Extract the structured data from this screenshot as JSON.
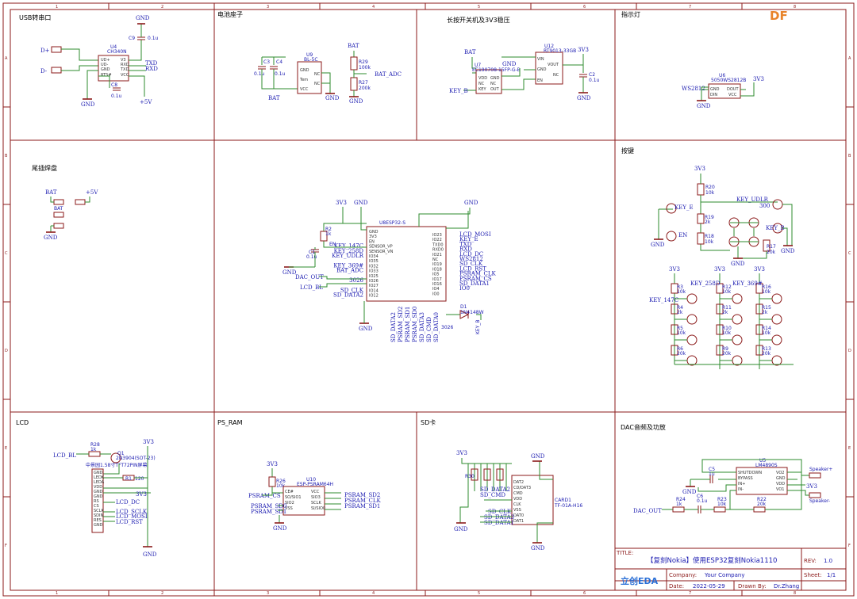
{
  "sections": {
    "usb": "USB转串口",
    "battery": "电池座子",
    "power": "长按开关机及3V3稳压",
    "indicator": "指示灯",
    "tail": "尾插焊盘",
    "keys": "按键",
    "lcd": "LCD",
    "psram": "PS_RAM",
    "sd": "SD卡",
    "dac": "DAC音频及功放"
  },
  "components": {
    "u4": "U4",
    "u4_part": "CH340N",
    "c9": "C9",
    "c9_val": "0.1u",
    "c8": "C8",
    "c8_val": "0.1u",
    "c3": "C3",
    "c4": "C4",
    "cap_01u": "0.1u",
    "u9": "U9",
    "u9_part": "BL-5C",
    "r29": "R29",
    "r29_val": "100k",
    "r27": "R27",
    "r27_val": "200k",
    "u7": "U7",
    "u7_part": "EC190708-15FP-G-B",
    "u12": "U12",
    "u12_part": "RT9013-33GB",
    "c2": "C2",
    "c2_val": "0.1u",
    "u6": "U6",
    "u6_part": "5050WS2812B",
    "u8": "U8ESP32-S",
    "r2": "R2",
    "r2_val": "1k",
    "c1": "C1",
    "c1_val": "0.1u",
    "d1": "D1",
    "d1_part": "1N4148W",
    "r20": "R20",
    "r19": "R19",
    "r18": "R18",
    "r17": "R17",
    "r20_val": "10k",
    "r19_val": "2k",
    "r18_val": "10k",
    "r17_val": "20k",
    "r3": "R3",
    "r4": "R4",
    "r5": "R5",
    "r6": "R6",
    "r12": "R12",
    "r11": "R11",
    "r10": "R10",
    "r9": "R9",
    "r16": "R16",
    "r15": "R15",
    "r14": "R14",
    "r13": "R13",
    "v10k": "10k",
    "v2k": "2k",
    "v20k": "20k",
    "r28": "R28",
    "r28_val": "1k",
    "q1": "Q1",
    "q1_part": "2N3904(SOT-23)",
    "lcd_part": "中景园1.58寸TFT72PIN屏幕",
    "r1": "R1",
    "r1_val": "120",
    "r26": "R26",
    "r26_val": "10k",
    "u10": "U10",
    "u10_part": "ESP-PSRAM64H",
    "r30": "R30",
    "card1": "CARD1",
    "card1_part": "TF-01A-H16",
    "u5": "U5",
    "u5_part": "LM4890S",
    "c5": "C5",
    "c5_val": "1u",
    "r24": "R24",
    "r24_val": "1k",
    "c6": "C6",
    "c6_val": "0.1u",
    "r23": "R23",
    "r23_val": "10k",
    "r22": "R22",
    "r22_val": "20k",
    "spk_p": "Speaker+",
    "spk_n": "Speaker-"
  },
  "nets": {
    "gnd": "GND",
    "v33": "3V3",
    "v5": "+5V",
    "bat": "BAT",
    "dp": "D+",
    "dm": "D-",
    "txd": "TXD",
    "rxd": "RXD",
    "bat_adc": "BAT_ADC",
    "key_b": "KEY_B",
    "ws2812": "WS2812",
    "key_e": "KEY_E",
    "en": "EN",
    "key_udlr": "KEY_UDLR",
    "key_300": "300",
    "key_147c": "KEY_147C",
    "key_258d": "KEY_258D",
    "key_369": "KEY_369#",
    "dac_out": "DAC_OUT",
    "lcd_bl": "LCD_BL",
    "lcd_dc": "LCD_DC",
    "lcd_sclk": "LCD_SCLK",
    "lcd_mosi": "LCD_MOSI",
    "lcd_rst": "LCD_RST",
    "psram_cs": "PSRAM_CS",
    "psram_sd0": "PSRAM_SD0",
    "psram_sd1": "PSRAM_SD1",
    "psram_sd2": "PSRAM_SD2",
    "psram_clk": "PSRAM_CLK",
    "psram_sd1b": "PSRAM_SD1",
    "sd_clk": "SD_CLK",
    "sd_data3": "SD_DATA3",
    "sd_data1": "SD_DATA1",
    "sd_data2": "SD_DATA2",
    "sd_cmd": "SD_CMD",
    "sd_data0": "SD_DATA0",
    "n3026": "3026"
  },
  "esp_pins_left": [
    "GND",
    "3V3",
    "EN",
    "SENSOR_VP",
    "SENSOR_VN",
    "IO34",
    "IO35",
    "IO32",
    "IO33",
    "IO25",
    "IO26",
    "IO27",
    "IO14",
    "IO12"
  ],
  "esp_pins_right": [
    "IO23",
    "IO22",
    "TXD0",
    "RXD0",
    "IO21",
    "NC",
    "IO19",
    "IO18",
    "IO5",
    "IO17",
    "IO16",
    "IO4",
    "IO0"
  ],
  "esp_right_nets": [
    "LCD_MOSI",
    "KEY_E",
    "TXD",
    "RXD",
    "LCD_DC",
    "WS2812",
    "SD_CLK",
    "LCD_RST",
    "PSRAM_CLK",
    "PSRAM_CS",
    "SD_DATA1",
    "IO0"
  ],
  "esp_bottom_nets": [
    "SD_DATA2",
    "PSRAM_SD2",
    "PSRAM_SD1",
    "PSRAM_SD0",
    "SD_DATA3",
    "SD_CMD",
    "SD_DATA0"
  ],
  "title_block": {
    "title_label": "TITLE:",
    "title": "【复刻Nokia】使用ESP32复刻Nokia1110",
    "rev_label": "REV:",
    "rev": "1.0",
    "company_label": "Company:",
    "company": "Your Company",
    "sheet_label": "Sheet:",
    "sheet": "1/1",
    "date_label": "Date:",
    "date": "2022-05-29",
    "drawn_label": "Drawn By:",
    "drawn": "Dr.Zhang",
    "logo": "立创EDA",
    "badge": "DF"
  },
  "ruler": {
    "cols": [
      "1",
      "2",
      "3",
      "4",
      "5",
      "6",
      "7",
      "8"
    ],
    "rows": [
      "A",
      "B",
      "C",
      "D",
      "E",
      "F"
    ]
  }
}
